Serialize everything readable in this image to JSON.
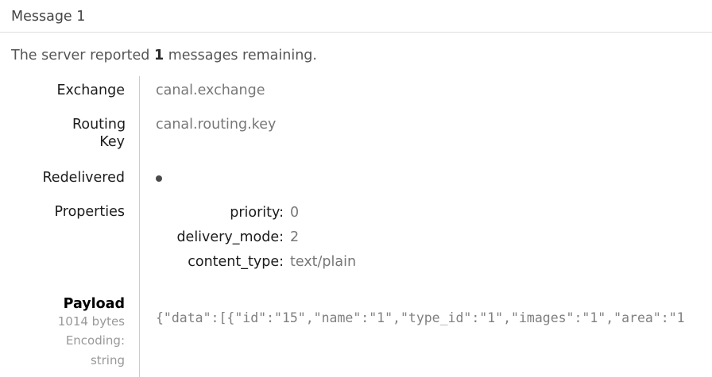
{
  "header": {
    "title": "Message 1"
  },
  "intro": {
    "prefix": "The server reported ",
    "count": "1",
    "suffix": " messages remaining."
  },
  "message": {
    "exchange": {
      "label": "Exchange",
      "value": "canal.exchange"
    },
    "routing_key": {
      "label": "Routing Key",
      "value": "canal.routing.key"
    },
    "redelivered": {
      "label": "Redelivered",
      "icon": "filled-dot"
    },
    "properties": {
      "label": "Properties",
      "items": [
        {
          "key": "priority:",
          "value": "0"
        },
        {
          "key": "delivery_mode:",
          "value": "2"
        },
        {
          "key": "content_type:",
          "value": "text/plain"
        }
      ]
    },
    "payload": {
      "label": "Payload",
      "size": "1014 bytes",
      "encoding_label": "Encoding:",
      "encoding_value": "string",
      "content": "{\"data\":[{\"id\":\"15\",\"name\":\"1\",\"type_id\":\"1\",\"images\":\"1\",\"area\":\"1"
    }
  },
  "colors": {
    "divider": "#cccccc",
    "rule": "#dddddd",
    "label_text": "#1c1c1c",
    "value_text": "#777777",
    "meta_text": "#999999"
  }
}
